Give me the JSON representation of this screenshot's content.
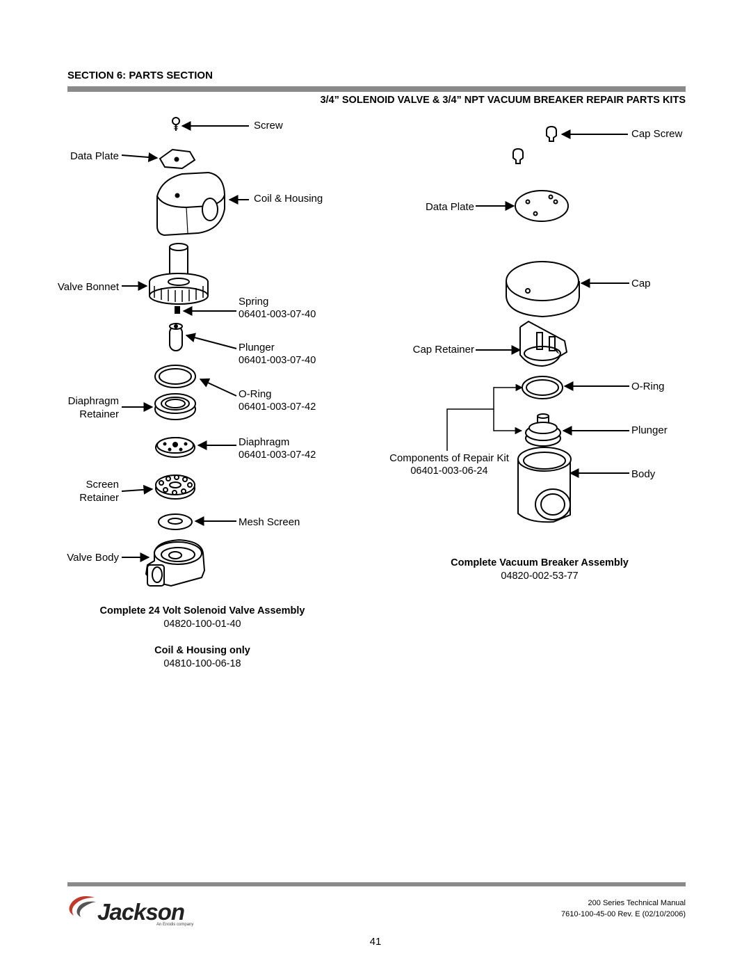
{
  "header": {
    "section_title": "SECTION 6: PARTS SECTION",
    "subtitle": "3/4” SOLENOID VALVE  & 3/4” NPT VACUUM BREAKER REPAIR PARTS KITS"
  },
  "solenoid": {
    "labels": {
      "screw": "Screw",
      "data_plate": "Data Plate",
      "coil_housing": "Coil & Housing",
      "valve_bonnet": "Valve Bonnet",
      "spring": "Spring",
      "spring_pn": "06401-003-07-40",
      "plunger": "Plunger",
      "plunger_pn": "06401-003-07-40",
      "oring": "O-Ring",
      "oring_pn": "06401-003-07-42",
      "diaphragm_retainer_1": "Diaphragm",
      "diaphragm_retainer_2": "Retainer",
      "diaphragm": "Diaphragm",
      "diaphragm_pn": "06401-003-07-42",
      "screen_retainer_1": "Screen",
      "screen_retainer_2": "Retainer",
      "mesh_screen": "Mesh Screen",
      "valve_body": "Valve Body"
    },
    "assembly_title": "Complete 24 Volt Solenoid Valve Assembly",
    "assembly_pn": "04820-100-01-40",
    "coil_only_title": "Coil & Housing only",
    "coil_only_pn": "04810-100-06-18"
  },
  "vacuum_breaker": {
    "labels": {
      "cap_screw": "Cap Screw",
      "data_plate": "Data Plate",
      "cap": "Cap",
      "cap_retainer": "Cap Retainer",
      "oring": "O-Ring",
      "plunger": "Plunger",
      "components": "Components of Repair Kit",
      "components_pn": "06401-003-06-24",
      "body": "Body"
    },
    "assembly_title": "Complete Vacuum Breaker Assembly",
    "assembly_pn": "04820-002-53-77"
  },
  "footer": {
    "manual": "200 Series Technical Manual",
    "doc_number": "7610-100-45-00 Rev. E (02/10/2006)",
    "page": "41",
    "logo_text": "Jackson",
    "logo_tagline": "An Enodis company"
  }
}
